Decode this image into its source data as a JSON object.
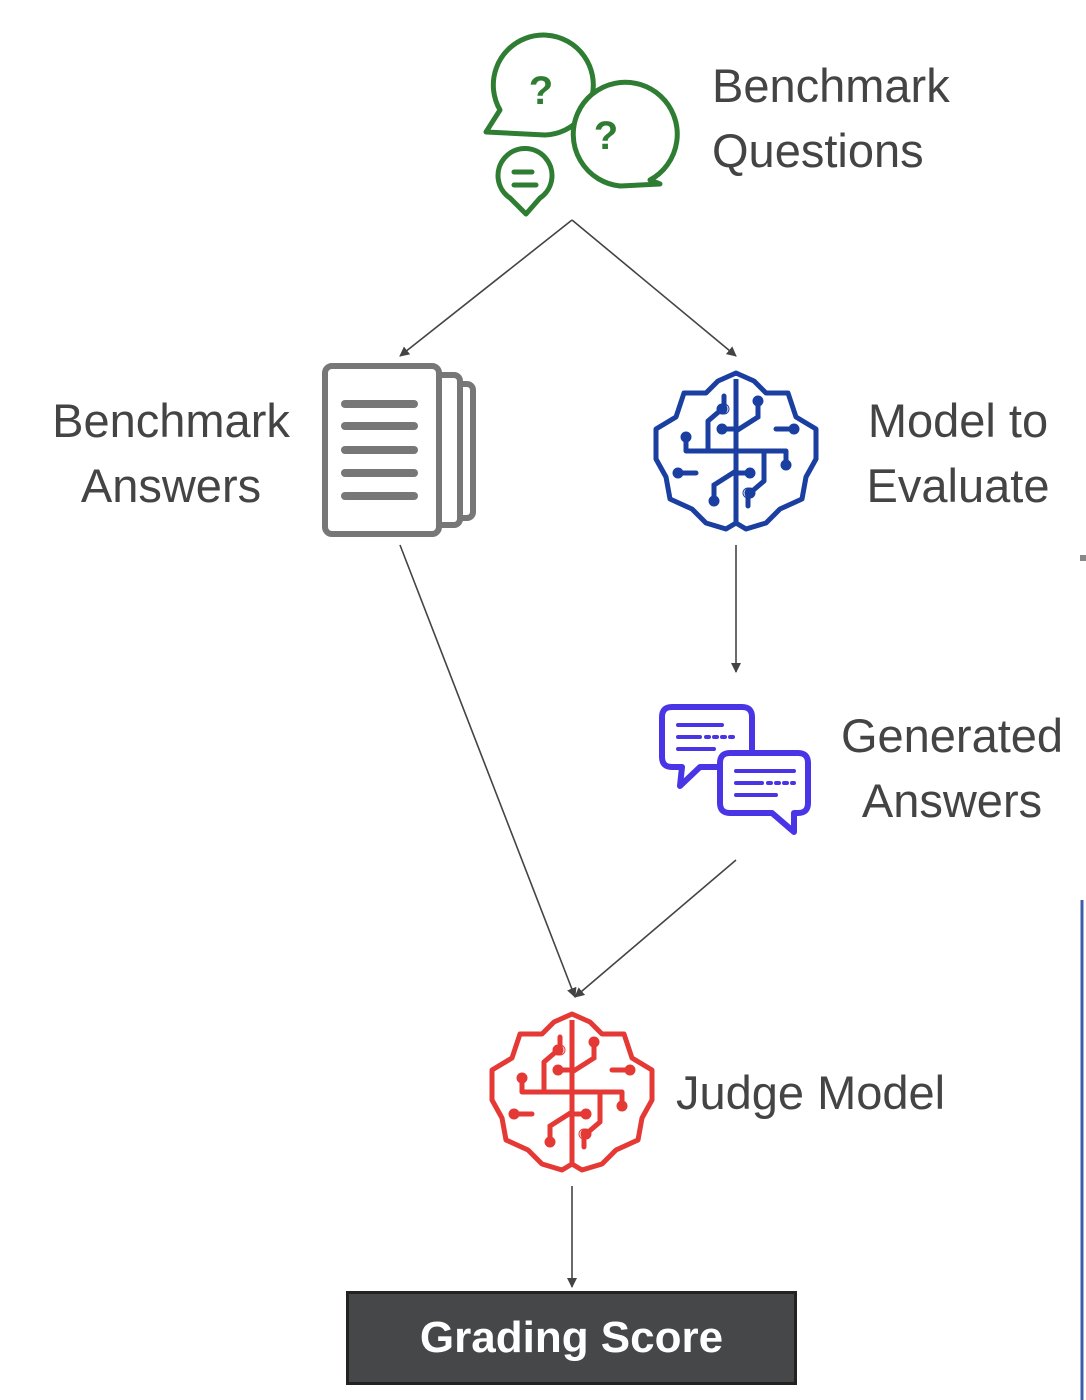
{
  "nodes": {
    "questions": {
      "line1": "Benchmark",
      "line2": "Questions",
      "icon": "speech-bubbles-question-icon",
      "color": "#2e7d32"
    },
    "answers": {
      "line1": "Benchmark",
      "line2": "Answers",
      "icon": "documents-icon",
      "color": "#777777"
    },
    "model": {
      "line1": "Model to",
      "line2": "Evaluate",
      "icon": "brain-circuit-icon",
      "color": "#1a3fa0"
    },
    "generated": {
      "line1": "Generated",
      "line2": "Answers",
      "icon": "chat-bubbles-icon",
      "color": "#4a35e6"
    },
    "judge": {
      "label": "Judge Model",
      "icon": "brain-circuit-icon",
      "color": "#e53935"
    }
  },
  "result": {
    "label": "Grading Score",
    "color": "#454749"
  },
  "edges": [
    {
      "from": "questions",
      "to": "answers"
    },
    {
      "from": "questions",
      "to": "model"
    },
    {
      "from": "model",
      "to": "generated"
    },
    {
      "from": "answers",
      "to": "judge"
    },
    {
      "from": "generated",
      "to": "judge"
    },
    {
      "from": "judge",
      "to": "result"
    }
  ]
}
